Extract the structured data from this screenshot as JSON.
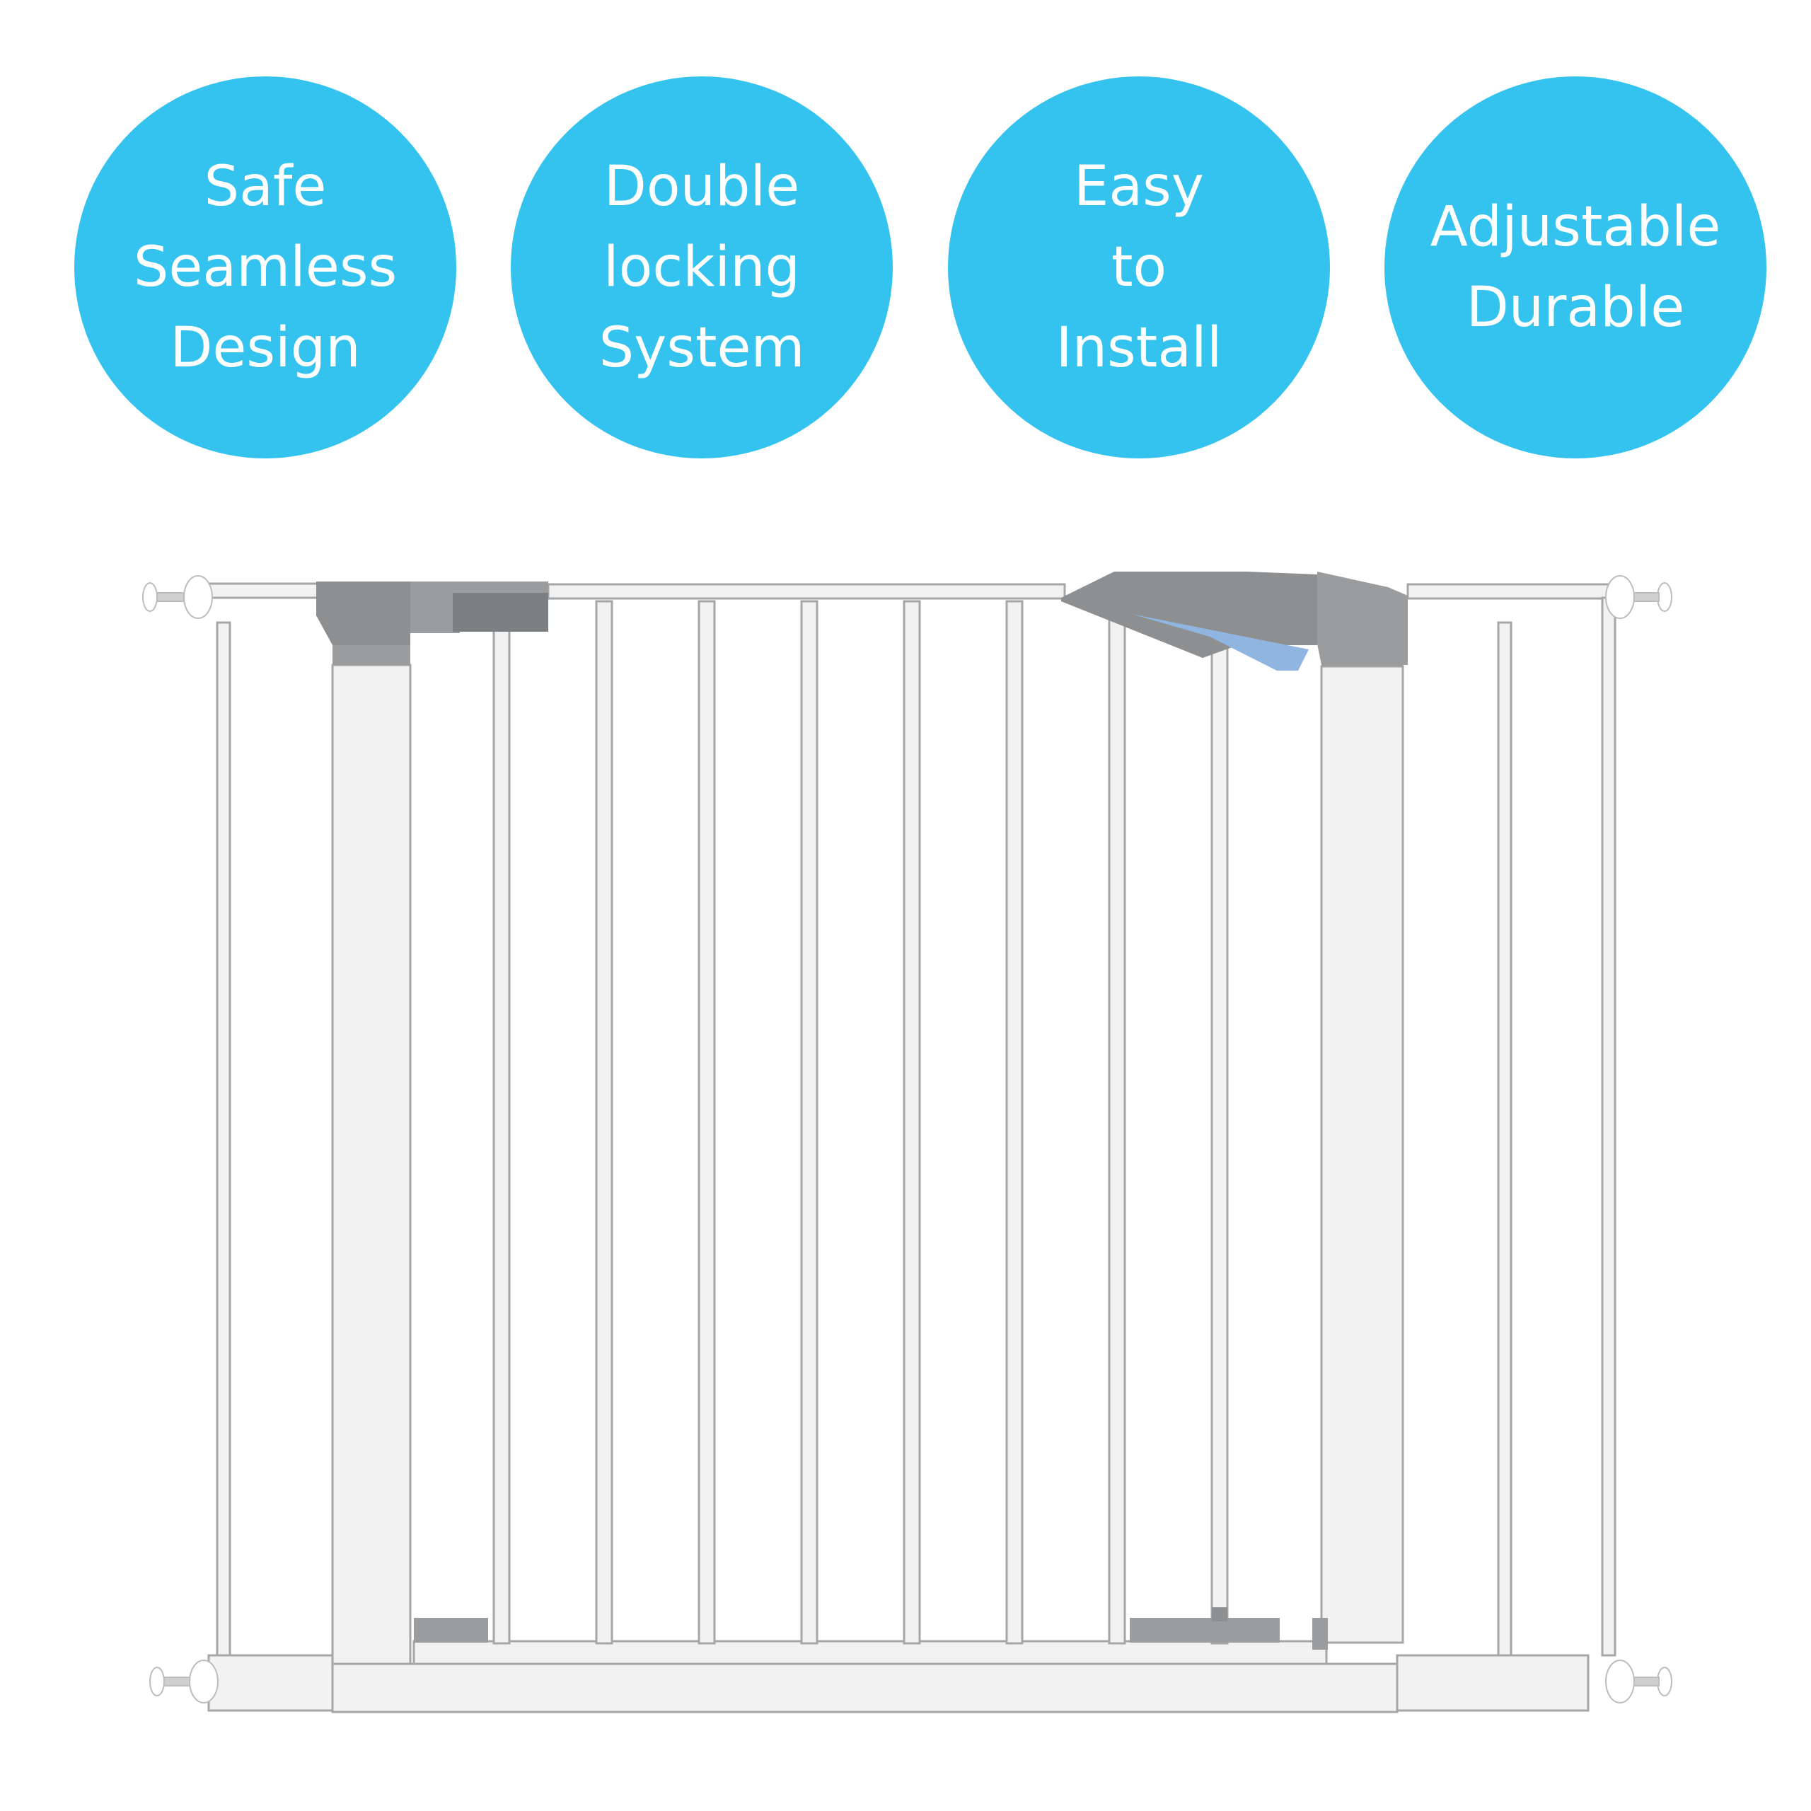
{
  "badges": [
    {
      "lines": [
        "Safe",
        "Seamless",
        "Design"
      ]
    },
    {
      "lines": [
        "Double",
        "locking",
        "System"
      ]
    },
    {
      "lines": [
        "Easy",
        "to",
        "Install"
      ]
    },
    {
      "lines": [
        "Adjustable",
        "Durable"
      ]
    }
  ],
  "colors": {
    "badge": "#34c3ef",
    "gate_frame": "#f2f2f2",
    "gate_outline": "#a6a6a6",
    "latch_gray": "#8d8f91",
    "latch_blue": "#8fb5e0"
  }
}
